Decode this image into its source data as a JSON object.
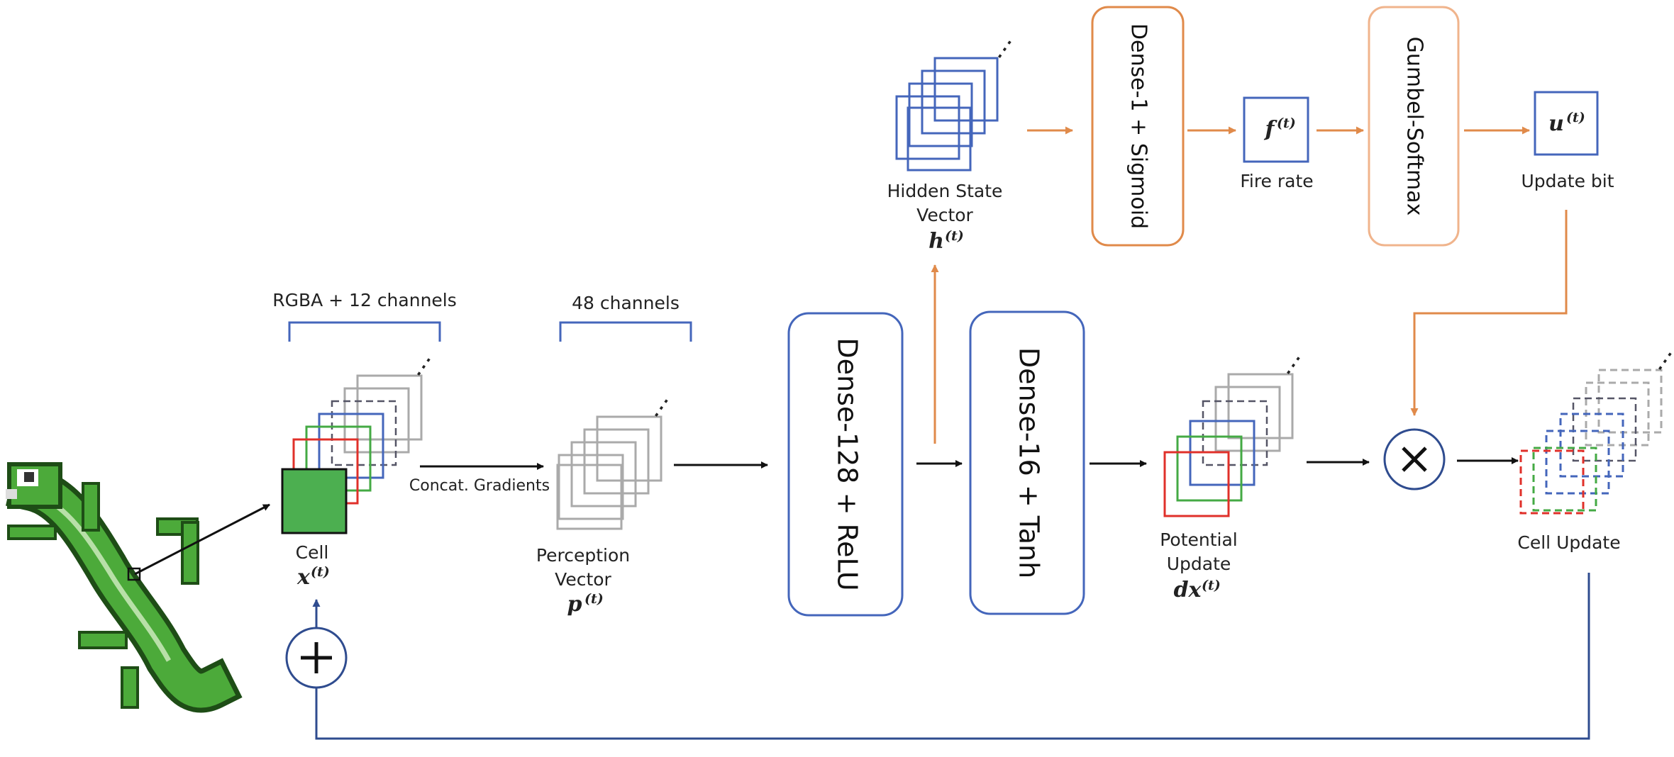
{
  "labels": {
    "rgba_channels": "RGBA + 12 channels",
    "perception_channels": "48 channels",
    "concat_gradients": "Concat. Gradients",
    "cell": "Cell",
    "cell_var": "x",
    "perception_1": "Perception",
    "perception_2": "Vector",
    "perception_var": "p",
    "hidden_1": "Hidden State",
    "hidden_2": "Vector",
    "hidden_var": "h",
    "fire_rate": "Fire rate",
    "fire_var": "f",
    "update_bit": "Update bit",
    "update_var": "u",
    "potential_1": "Potential",
    "potential_2": "Update",
    "potential_var": "dx",
    "cell_update": "Cell Update",
    "time_sup": "(t)",
    "ellipsis": "⋮"
  },
  "blocks": {
    "dense128": "Dense-128 + ReLU",
    "dense16": "Dense-16 + Tanh",
    "dense1": "Dense-1 + Sigmoid",
    "gumbel": "Gumbel-Softmax"
  },
  "colors": {
    "blue": "#4466bb",
    "navy": "#2f4c8f",
    "orange": "#e08a4a",
    "light_orange": "#f0b48c",
    "red": "#e0302a",
    "green": "#44aa44",
    "cell_fill": "#4caf50",
    "gray": "#aaaaaa",
    "dark_gray": "#555566",
    "lizard": "#4caa3a"
  },
  "icons": {
    "plus": "plus-icon",
    "multiply": "multiply-icon",
    "lizard": "lizard-image"
  }
}
